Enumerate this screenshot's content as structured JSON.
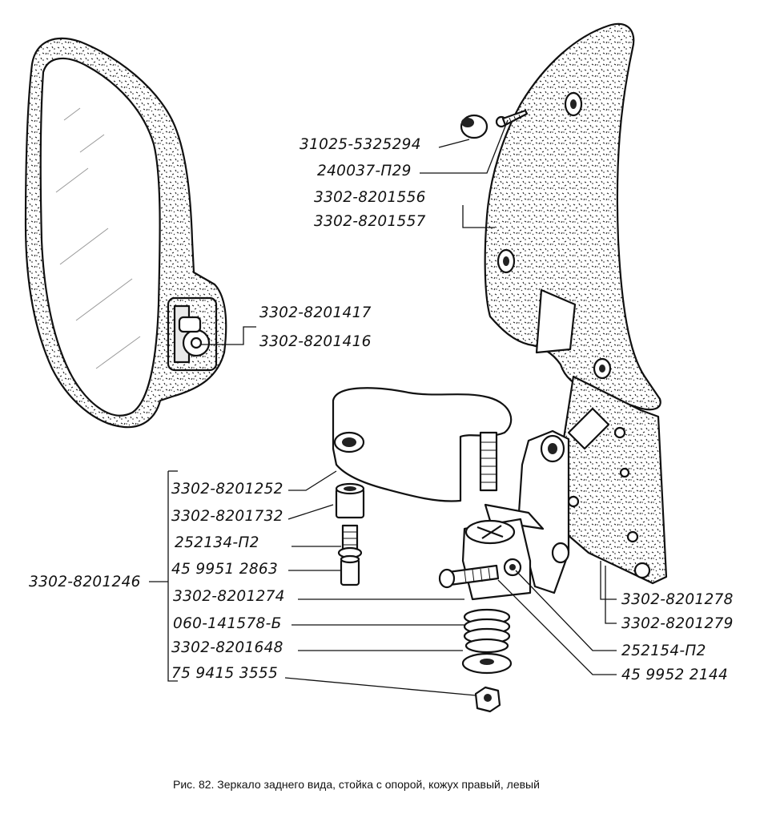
{
  "labels": {
    "p_31025_5325294": "31025-5325294",
    "p_240037_p29": "240037-П29",
    "p_3302_8201556": "3302-8201556",
    "p_3302_8201557": "3302-8201557",
    "p_3302_8201417": "3302-8201417",
    "p_3302_8201416": "3302-8201416",
    "p_3302_8201252": "3302-8201252",
    "p_3302_8201732": "3302-8201732",
    "p_252134_p2": "252134-П2",
    "p_45_9951_2863": "45 9951 2863",
    "p_3302_8201246": "3302-8201246",
    "p_3302_8201274": "3302-8201274",
    "p_060_141578_b": "060-141578-Б",
    "p_3302_8201648": "3302-8201648",
    "p_75_9415_3555": "75 9415 3555",
    "p_3302_8201278": "3302-8201278",
    "p_3302_8201279": "3302-8201279",
    "p_252154_p2": "252154-П2",
    "p_45_9952_2144": "45 9952 2144"
  },
  "caption": "Рис. 82. Зеркало заднего вида, стойка с опорой, кожух правый, левый"
}
